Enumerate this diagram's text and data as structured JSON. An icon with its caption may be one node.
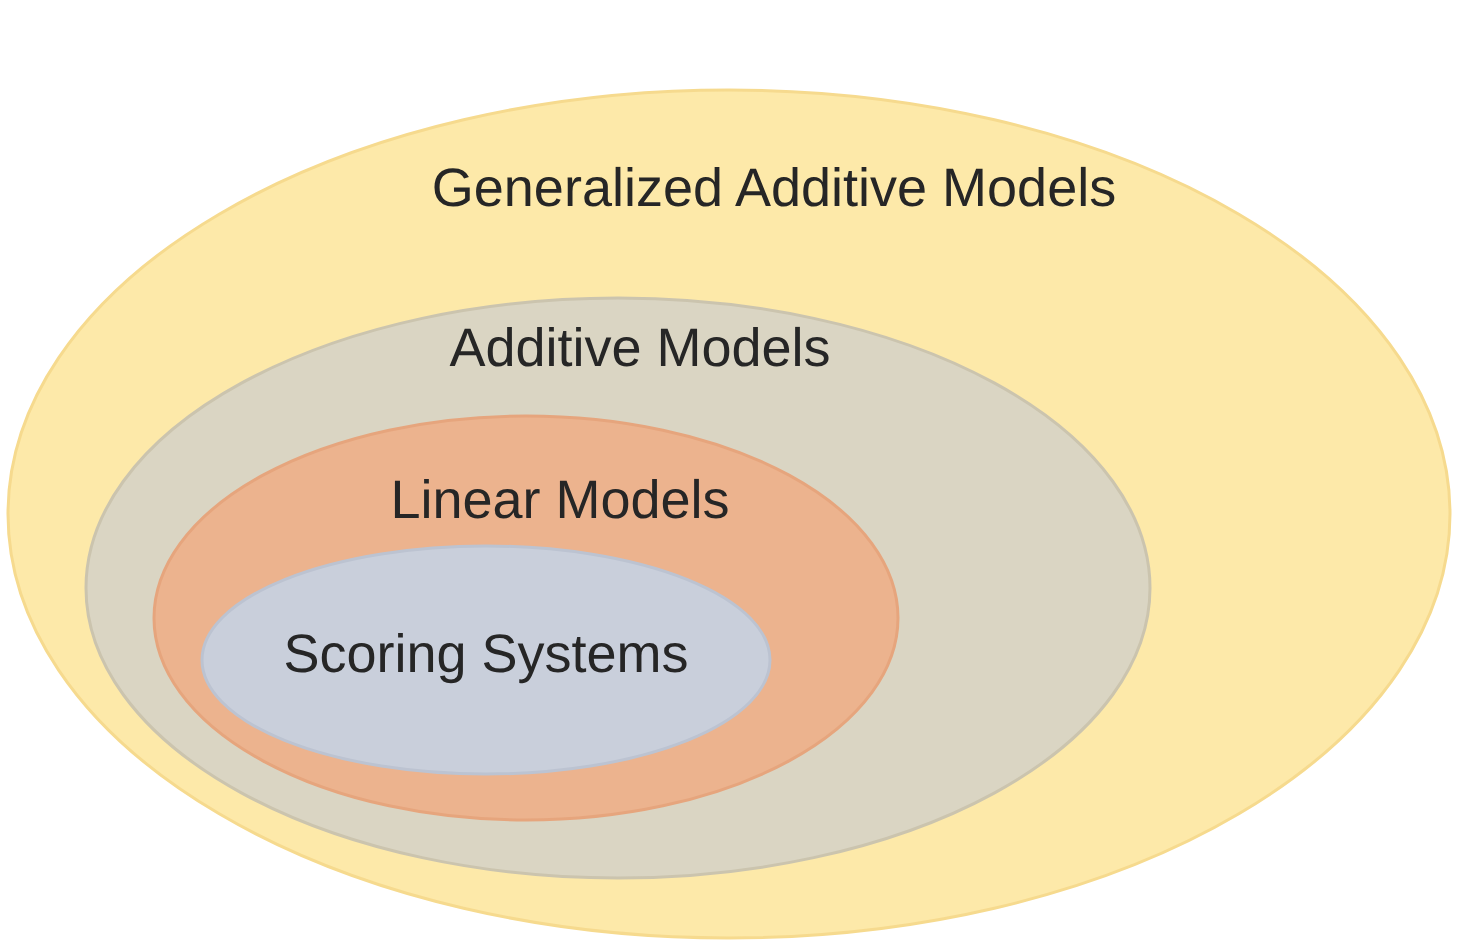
{
  "diagram": {
    "nodes": [
      {
        "text": [
          "Generalized Additive Models"
        ]
      },
      {
        "text": [
          "Additive Models"
        ],
        "in": 0
      },
      {
        "text": [
          "Linear Models"
        ],
        "in": 1
      },
      {
        "text": [
          "Scoring Systems"
        ],
        "in": 2
      }
    ]
  }
}
